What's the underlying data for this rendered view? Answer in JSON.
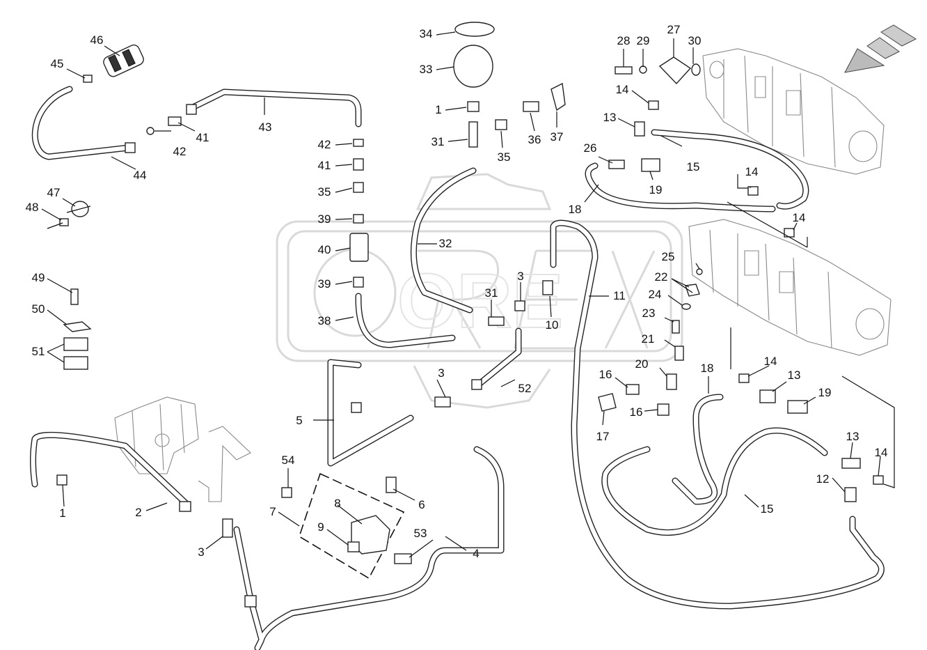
{
  "diagram": {
    "watermark_text": "ORE",
    "labels": [
      {
        "id": "46",
        "text": "46"
      },
      {
        "id": "45",
        "text": "45"
      },
      {
        "id": "41a",
        "text": "41"
      },
      {
        "id": "42a",
        "text": "42"
      },
      {
        "id": "43",
        "text": "43"
      },
      {
        "id": "44",
        "text": "44"
      },
      {
        "id": "47",
        "text": "47"
      },
      {
        "id": "48",
        "text": "48"
      },
      {
        "id": "49",
        "text": "49"
      },
      {
        "id": "50",
        "text": "50"
      },
      {
        "id": "51",
        "text": "51"
      },
      {
        "id": "42b",
        "text": "42"
      },
      {
        "id": "41b",
        "text": "41"
      },
      {
        "id": "35a",
        "text": "35"
      },
      {
        "id": "39a",
        "text": "39"
      },
      {
        "id": "40",
        "text": "40"
      },
      {
        "id": "39b",
        "text": "39"
      },
      {
        "id": "38",
        "text": "38"
      },
      {
        "id": "34",
        "text": "34"
      },
      {
        "id": "33",
        "text": "33"
      },
      {
        "id": "1a",
        "text": "1"
      },
      {
        "id": "31a",
        "text": "31"
      },
      {
        "id": "35b",
        "text": "35"
      },
      {
        "id": "36",
        "text": "36"
      },
      {
        "id": "37",
        "text": "37"
      },
      {
        "id": "32",
        "text": "32"
      },
      {
        "id": "31b",
        "text": "31"
      },
      {
        "id": "3a",
        "text": "3"
      },
      {
        "id": "10",
        "text": "10"
      },
      {
        "id": "11",
        "text": "11"
      },
      {
        "id": "28",
        "text": "28"
      },
      {
        "id": "29",
        "text": "29"
      },
      {
        "id": "27",
        "text": "27"
      },
      {
        "id": "30",
        "text": "30"
      },
      {
        "id": "14a",
        "text": "14"
      },
      {
        "id": "13a",
        "text": "13"
      },
      {
        "id": "15a",
        "text": "15"
      },
      {
        "id": "26",
        "text": "26"
      },
      {
        "id": "19a",
        "text": "19"
      },
      {
        "id": "18a",
        "text": "18"
      },
      {
        "id": "14b",
        "text": "14"
      },
      {
        "id": "14c",
        "text": "14"
      },
      {
        "id": "25",
        "text": "25"
      },
      {
        "id": "22",
        "text": "22"
      },
      {
        "id": "24",
        "text": "24"
      },
      {
        "id": "23",
        "text": "23"
      },
      {
        "id": "21",
        "text": "21"
      },
      {
        "id": "20",
        "text": "20"
      },
      {
        "id": "16a",
        "text": "16"
      },
      {
        "id": "16b",
        "text": "16"
      },
      {
        "id": "17",
        "text": "17"
      },
      {
        "id": "18b",
        "text": "18"
      },
      {
        "id": "14d",
        "text": "14"
      },
      {
        "id": "13b",
        "text": "13"
      },
      {
        "id": "19b",
        "text": "19"
      },
      {
        "id": "13c",
        "text": "13"
      },
      {
        "id": "14e",
        "text": "14"
      },
      {
        "id": "12",
        "text": "12"
      },
      {
        "id": "15b",
        "text": "15"
      },
      {
        "id": "3b",
        "text": "3"
      },
      {
        "id": "52",
        "text": "52"
      },
      {
        "id": "5",
        "text": "5"
      },
      {
        "id": "54",
        "text": "54"
      },
      {
        "id": "6",
        "text": "6"
      },
      {
        "id": "7",
        "text": "7"
      },
      {
        "id": "8",
        "text": "8"
      },
      {
        "id": "9",
        "text": "9"
      },
      {
        "id": "53",
        "text": "53"
      },
      {
        "id": "4",
        "text": "4"
      },
      {
        "id": "1b",
        "text": "1"
      },
      {
        "id": "2",
        "text": "2"
      },
      {
        "id": "3c",
        "text": "3"
      }
    ]
  }
}
